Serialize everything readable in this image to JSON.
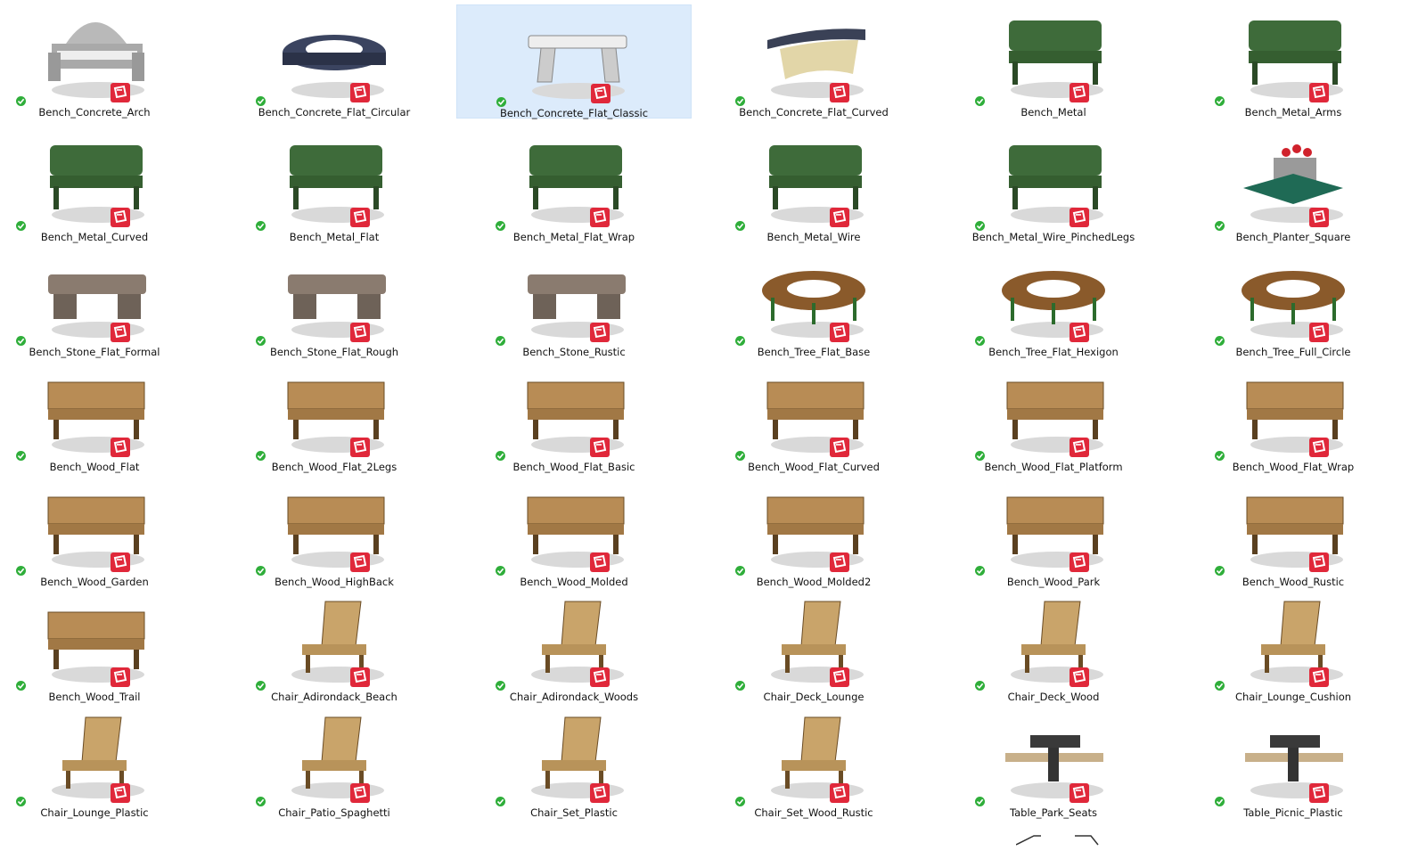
{
  "view": {
    "selected_index": 2,
    "badge_icon": "sketchup-file-icon",
    "status_icon": "sync-ok-check-icon",
    "colors": {
      "selection": "#dcebfb",
      "status_green": "#2fae3a",
      "badge_red": "#e0283a"
    }
  },
  "files": [
    {
      "name": "Bench_Concrete_Arch",
      "icon": "bench-concrete-arch"
    },
    {
      "name": "Bench_Concrete_Flat_Circular",
      "icon": "bench-concrete-circular"
    },
    {
      "name": "Bench_Concrete_Flat_Classic",
      "icon": "bench-concrete-classic"
    },
    {
      "name": "Bench_Concrete_Flat_Curved",
      "icon": "bench-concrete-curved"
    },
    {
      "name": "Bench_Metal",
      "icon": "bench-metal"
    },
    {
      "name": "Bench_Metal_Arms",
      "icon": "bench-metal-arms"
    },
    {
      "name": "Bench_Metal_Curved",
      "icon": "bench-metal-curved"
    },
    {
      "name": "Bench_Metal_Flat",
      "icon": "bench-metal-flat"
    },
    {
      "name": "Bench_Metal_Flat_Wrap",
      "icon": "bench-metal-flat-wrap"
    },
    {
      "name": "Bench_Metal_Wire",
      "icon": "bench-metal-wire"
    },
    {
      "name": "Bench_Metal_Wire_PinchedLegs",
      "icon": "bench-metal-wire-pinched"
    },
    {
      "name": "Bench_Planter_Square",
      "icon": "bench-planter-square"
    },
    {
      "name": "Bench_Stone_Flat_Formal",
      "icon": "bench-stone-formal"
    },
    {
      "name": "Bench_Stone_Flat_Rough",
      "icon": "bench-stone-rough"
    },
    {
      "name": "Bench_Stone_Rustic",
      "icon": "bench-stone-rustic"
    },
    {
      "name": "Bench_Tree_Flat_Base",
      "icon": "bench-tree-base"
    },
    {
      "name": "Bench_Tree_Flat_Hexigon",
      "icon": "bench-tree-hexagon"
    },
    {
      "name": "Bench_Tree_Full_Circle",
      "icon": "bench-tree-circle"
    },
    {
      "name": "Bench_Wood_Flat",
      "icon": "bench-wood-flat"
    },
    {
      "name": "Bench_Wood_Flat_2Legs",
      "icon": "bench-wood-2legs"
    },
    {
      "name": "Bench_Wood_Flat_Basic",
      "icon": "bench-wood-basic"
    },
    {
      "name": "Bench_Wood_Flat_Curved",
      "icon": "bench-wood-curved"
    },
    {
      "name": "Bench_Wood_Flat_Platform",
      "icon": "bench-wood-platform"
    },
    {
      "name": "Bench_Wood_Flat_Wrap",
      "icon": "bench-wood-wrap"
    },
    {
      "name": "Bench_Wood_Garden",
      "icon": "bench-wood-garden"
    },
    {
      "name": "Bench_Wood_HighBack",
      "icon": "bench-wood-highback"
    },
    {
      "name": "Bench_Wood_Molded",
      "icon": "bench-wood-molded"
    },
    {
      "name": "Bench_Wood_Molded2",
      "icon": "bench-wood-molded2"
    },
    {
      "name": "Bench_Wood_Park",
      "icon": "bench-wood-park"
    },
    {
      "name": "Bench_Wood_Rustic",
      "icon": "bench-wood-rustic"
    },
    {
      "name": "Bench_Wood_Trail",
      "icon": "bench-wood-trail"
    },
    {
      "name": "Chair_Adirondack_Beach",
      "icon": "chair-adirondack-beach"
    },
    {
      "name": "Chair_Adirondack_Woods",
      "icon": "chair-adirondack-woods"
    },
    {
      "name": "Chair_Deck_Lounge",
      "icon": "chair-deck-lounge"
    },
    {
      "name": "Chair_Deck_Wood",
      "icon": "chair-deck-wood"
    },
    {
      "name": "Chair_Lounge_Cushion",
      "icon": "chair-lounge-cushion"
    },
    {
      "name": "Chair_Lounge_Plastic",
      "icon": "chair-lounge-plastic"
    },
    {
      "name": "Chair_Patio_Spaghetti",
      "icon": "chair-patio-spaghetti"
    },
    {
      "name": "Chair_Set_Plastic",
      "icon": "chair-set-plastic"
    },
    {
      "name": "Chair_Set_Wood_Rustic",
      "icon": "chair-set-wood-rustic"
    },
    {
      "name": "Table_Park_Seats",
      "icon": "table-park-seats"
    },
    {
      "name": "Table_Picnic_Plastic",
      "icon": "table-picnic-plastic"
    }
  ]
}
